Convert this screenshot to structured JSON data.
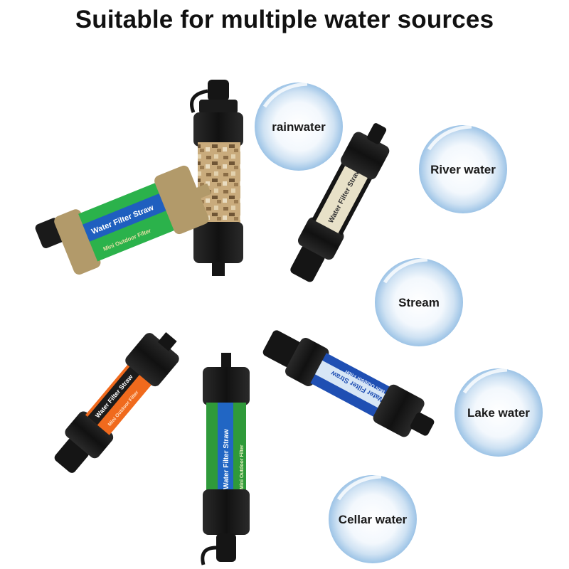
{
  "headline": "Suitable for multiple water sources",
  "water_sources": [
    {
      "label": "rainwater"
    },
    {
      "label": "River water"
    },
    {
      "label": "Stream"
    },
    {
      "label": "Lake water"
    },
    {
      "label": "Cellar water"
    }
  ],
  "straw_print": {
    "brand": "Water Filter Straw",
    "subtitle": "Mini Outdoor Filter"
  },
  "filters": [
    {
      "variant": "tan-green",
      "tube_color": "#2bb24b",
      "band_color": "#1f5fbf",
      "cap_color": "#b29a6a"
    },
    {
      "variant": "camo",
      "tube_color": "#c8a77a",
      "band_color": "#8f7a5a",
      "cap_color": "#1b1b1b"
    },
    {
      "variant": "black-clear",
      "tube_color": "#e8e1c8",
      "band_color": "#e8e1c8",
      "cap_color": "#1b1b1b"
    },
    {
      "variant": "orange",
      "tube_color": "#f06a1d",
      "band_color": "#f06a1d",
      "cap_color": "#1b1b1b"
    },
    {
      "variant": "green",
      "tube_color": "#2f9a3a",
      "band_color": "#2166c4",
      "cap_color": "#1b1b1b"
    },
    {
      "variant": "blue",
      "tube_color": "#1f4fb3",
      "band_color": "#d7e6f6",
      "cap_color": "#1b1b1b"
    }
  ]
}
